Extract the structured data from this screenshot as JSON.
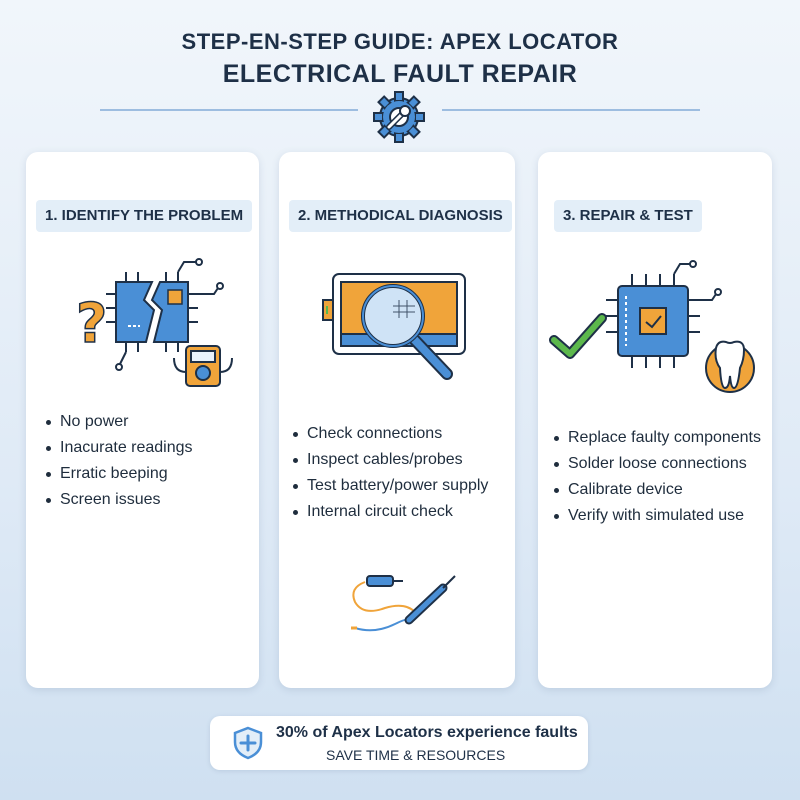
{
  "header": {
    "title_line1": "STEP-EN-STEP GUIDE: APEX LOCATOR",
    "title_line2": "ELECTRICAL FAULT REPAIR",
    "icon": "wrench-gear-icon"
  },
  "steps": [
    {
      "label": "1. IDENTIFY THE PROBLEM",
      "icons": [
        "question-mark-icon",
        "broken-circuit-chip-icon",
        "multimeter-icon"
      ],
      "items": [
        "No power",
        "Inacurate readings",
        "Erratic beeping",
        "Screen issues"
      ]
    },
    {
      "label": "2. METHODICAL DIAGNOSIS",
      "icons": [
        "device-screen-icon",
        "magnifying-glass-icon",
        "probe-cable-icon"
      ],
      "items": [
        "Check connections",
        "Inspect cables/probes",
        "Test battery/power supply",
        "Internal circuit check"
      ]
    },
    {
      "label": "3. REPAIR & TEST",
      "icons": [
        "checkmark-icon",
        "circuit-chip-icon",
        "tooth-icon"
      ],
      "items": [
        "Replace faulty components",
        "Solder loose connections",
        "Calibrate device",
        "Verify with simulated use"
      ]
    }
  ],
  "footer": {
    "stat": "30% of Apex Locators experience faults",
    "sub": "SAVE TIME & RESOURCES",
    "icon": "shield-plus-icon"
  },
  "colors": {
    "title": "#1e3047",
    "accent_blue": "#4a8fd6",
    "accent_orange": "#f0a43a",
    "check_green": "#5cb84c",
    "label_bg": "#e3eef8"
  }
}
